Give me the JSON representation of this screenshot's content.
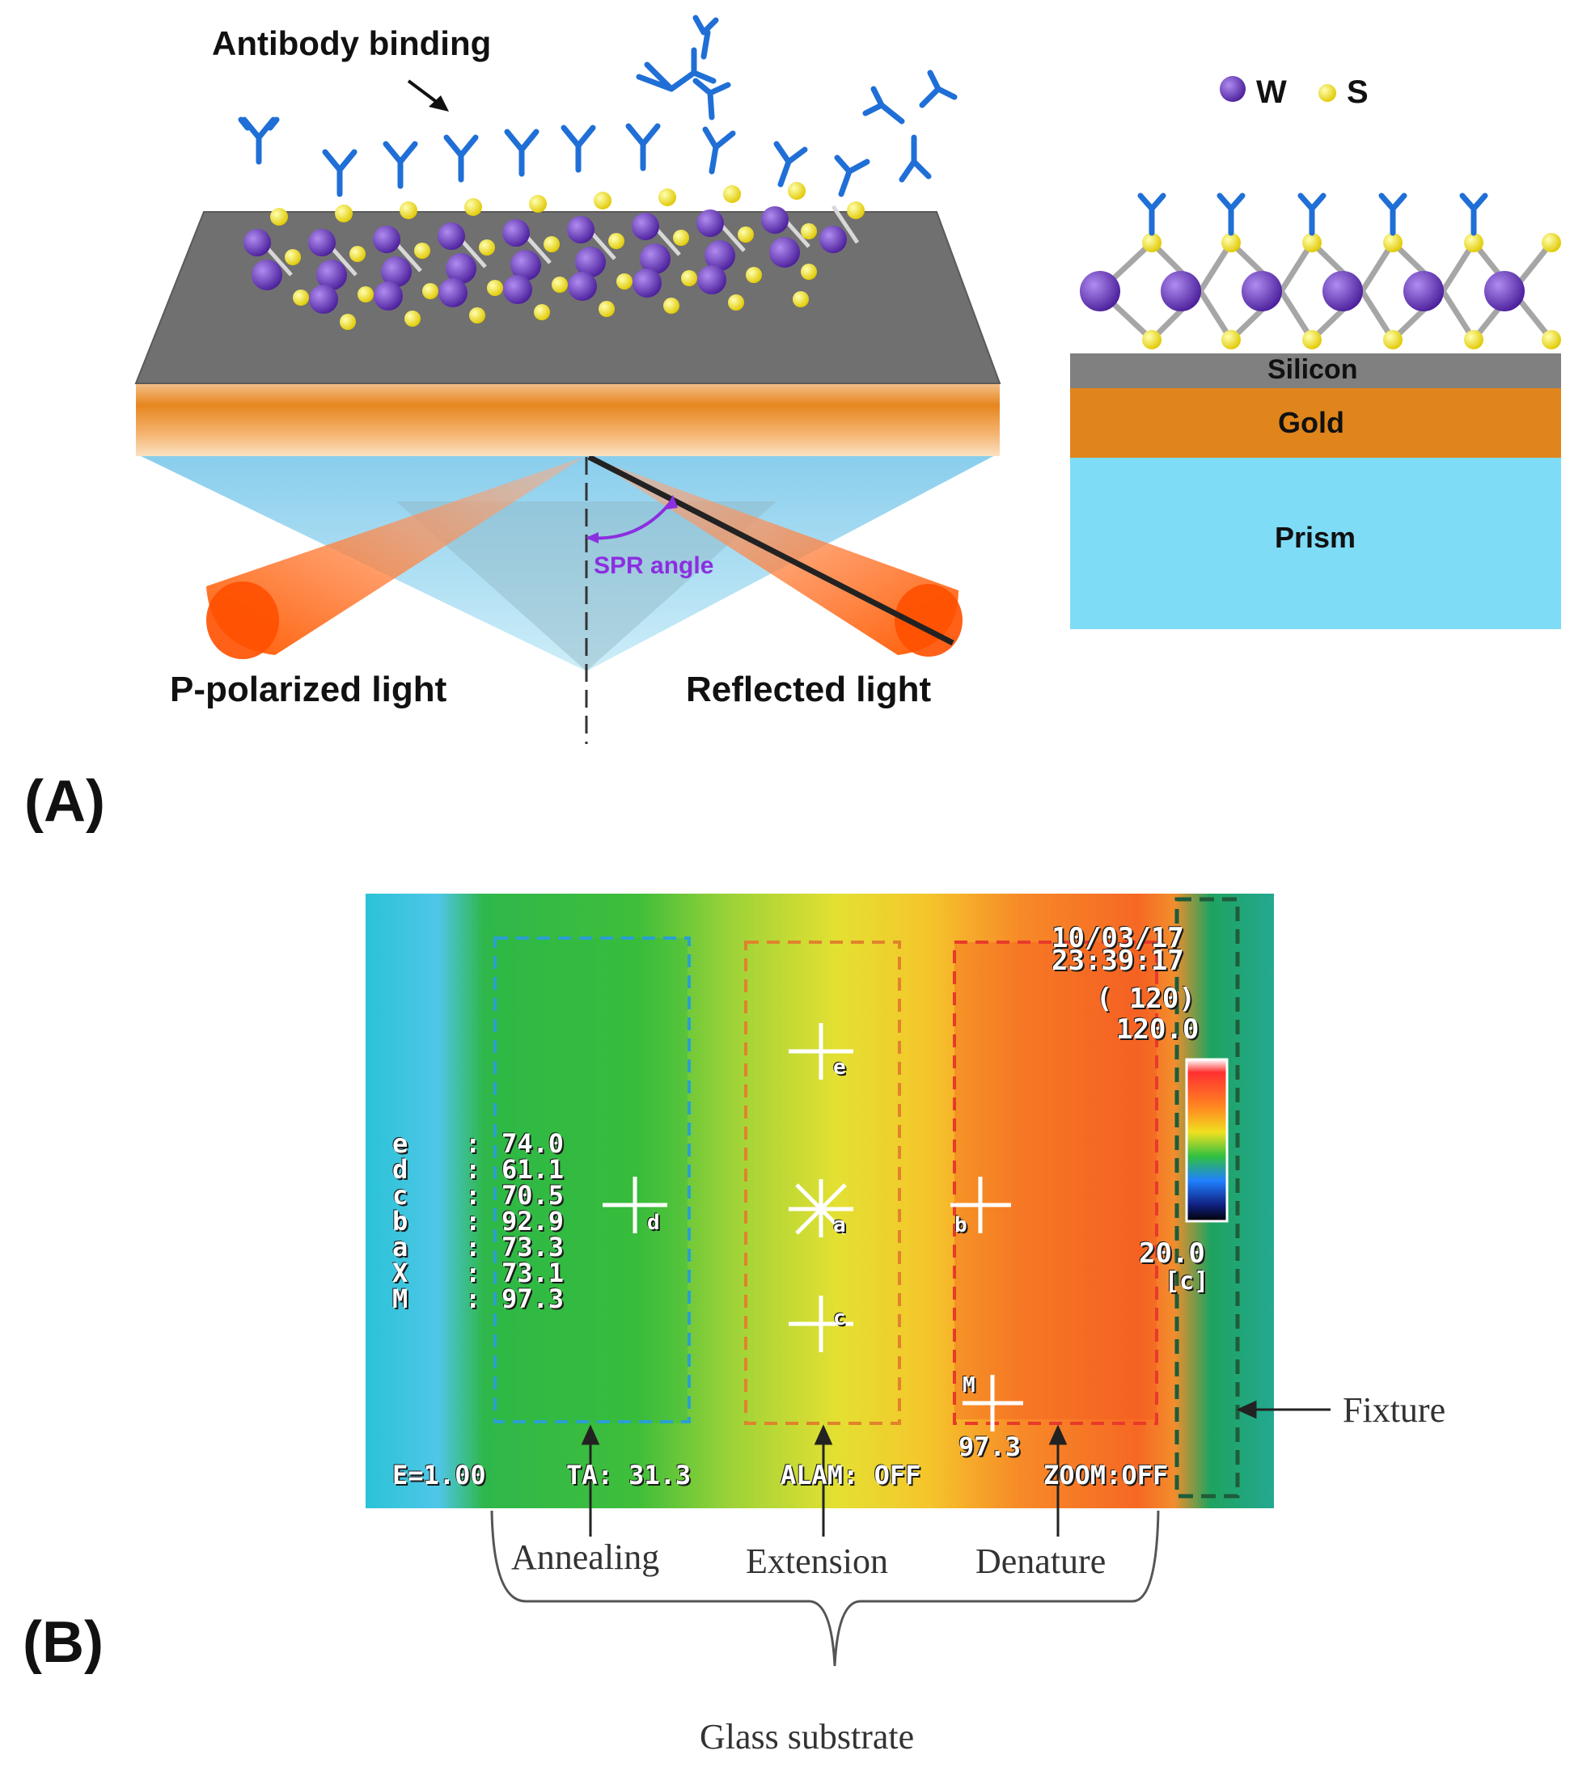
{
  "panel_a": {
    "label": "(A)",
    "antibody_binding": "Antibody binding",
    "p_polarized_light": "P-polarized light",
    "reflected_light": "Reflected light",
    "spr_angle": "SPR angle",
    "legend": {
      "w_label": "W",
      "s_label": "S"
    },
    "layers": {
      "silicon": "Silicon",
      "gold": "Gold",
      "prism": "Prism"
    },
    "colors": {
      "tungsten": "#5b2fa8",
      "sulfur": "#f2e600",
      "antibody": "#1f6fd6",
      "gold": "#e0851c",
      "prism": "#7fdcf7",
      "silicon": "#808080"
    }
  },
  "panel_b": {
    "label": "(B)",
    "thermal": {
      "date": "10/03/17",
      "time": "23:39:17",
      "range_code": "( 120)",
      "scale_max": "120.0",
      "scale_min": "20.0",
      "unit": "[c]",
      "readings": [
        {
          "key": "e",
          "value": "74.0"
        },
        {
          "key": "d",
          "value": "61.1"
        },
        {
          "key": "c",
          "value": "70.5"
        },
        {
          "key": "b",
          "value": "92.9"
        },
        {
          "key": "a",
          "value": "73.3"
        },
        {
          "key": "X",
          "value": "73.1"
        },
        {
          "key": "M",
          "value": "97.3"
        }
      ],
      "separator": ":",
      "max_value": "97.3",
      "status_bar": {
        "emissivity": "E=1.00",
        "ta": "TA: 31.3",
        "alarm": "ALAM: OFF",
        "zoom": "ZOOM:OFF"
      },
      "markers": {
        "a": "a",
        "b": "b",
        "c": "c",
        "d": "d",
        "e": "e",
        "m": "M"
      }
    },
    "annotations": {
      "annealing": "Annealing",
      "extension": "Extension",
      "denature": "Denature",
      "fixture": "Fixture",
      "glass_substrate": "Glass substrate"
    }
  }
}
